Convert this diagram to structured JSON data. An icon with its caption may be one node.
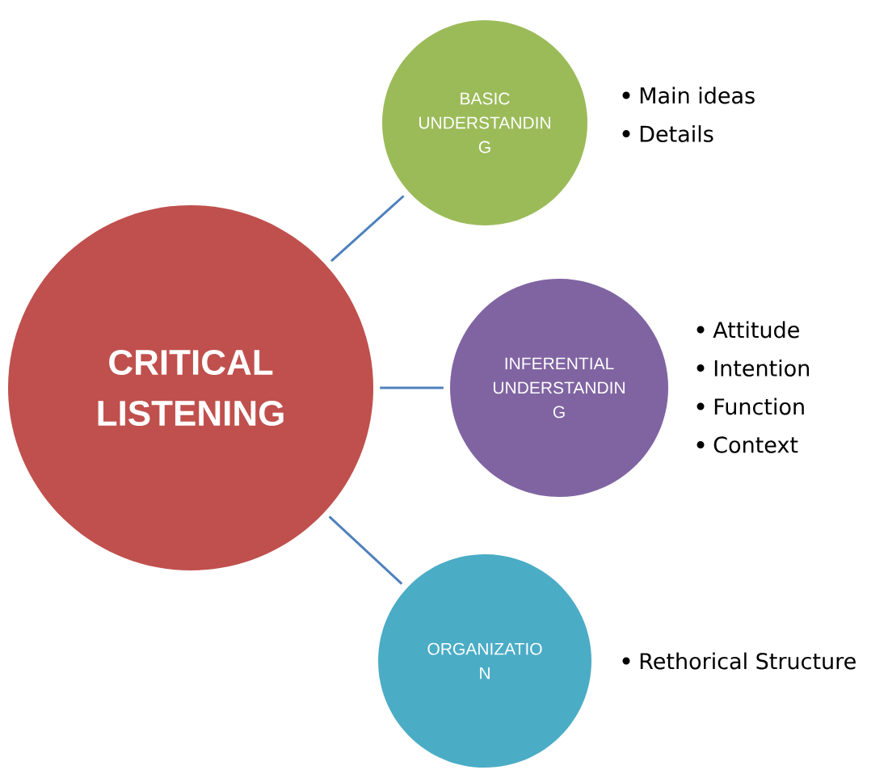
{
  "diagram": {
    "nodes": [
      {
        "text": [
          "CRITICAL LISTENING"
        ]
      },
      {
        "text": [
          "BASIC UNDERSTANDIN G"
        ],
        "beside": [
          "Main ideas",
          "Details"
        ]
      },
      {
        "text": [
          "INFERENTIAL UNDERSTANDIN G"
        ],
        "beside": [
          "Attitude",
          "Intention",
          "Function",
          "Context"
        ]
      },
      {
        "text": [
          "ORGANIZATIO N"
        ],
        "beside": [
          "Rethorical Structure"
        ]
      }
    ],
    "edges": [
      {
        "from": 0,
        "to": 1,
        "arrow": "none"
      },
      {
        "from": 0,
        "to": 2,
        "arrow": "none"
      },
      {
        "from": 0,
        "to": 3,
        "arrow": "none"
      }
    ]
  }
}
